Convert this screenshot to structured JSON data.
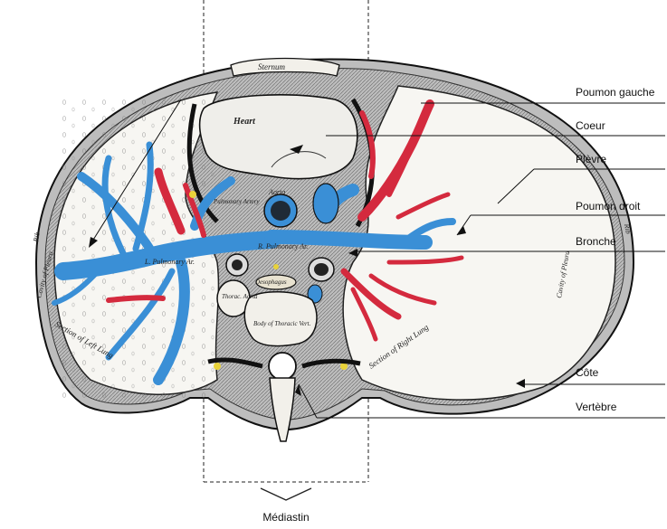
{
  "labels": {
    "poumon_gauche": "Poumon gauche",
    "coeur": "Coeur",
    "plevre": "Plèvre",
    "poumon_droit": "Poumon droit",
    "bronche": "Bronche",
    "cote": "Côte",
    "vertebre": "Vertèbre",
    "mediastin": "Médiastin"
  },
  "engraving": {
    "sternum": "Sternum",
    "heart": "Heart",
    "aorta": "Aorta",
    "pulmonary_artery": "Pulmonary Artery",
    "l_pulmonary_ar": "L. Pulmonary Ar.",
    "r_pulmonary_ar": "R. Pulmonary Ar.",
    "oesophagus": "Oesophagus",
    "thoracic_aorta": "Thorac. Aorta",
    "body_of_thoracic_vert": "Body of Thoracic Vert.",
    "section_of_left_lung": "Section of Left Lung",
    "section_of_right_lung": "Section of Right Lung",
    "cavity_of_pleura_left": "Cavity of Pleura",
    "cavity_of_pleura_right": "Cavity of Pleura",
    "rib_left": "Rib",
    "rib_right": "Rib"
  },
  "colors": {
    "arteries_blue": "#3a8fd6",
    "veins_red": "#d42a3e",
    "bone": "#f2f0ea",
    "ink": "#1b1b1b",
    "nerve_yellow": "#e8d23a"
  }
}
